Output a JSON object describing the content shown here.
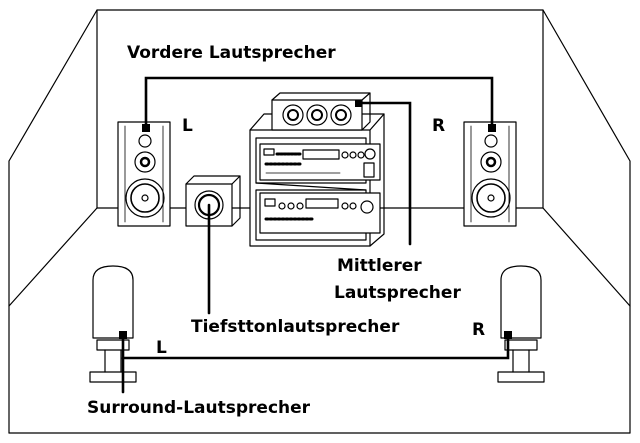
{
  "labels": {
    "front": "Vordere Lautsprecher",
    "front_left": "L",
    "front_right": "R",
    "center_line1": "Mittlerer",
    "center_line2": "Lautsprecher",
    "subwoofer": "Tiefsttonlautsprecher",
    "surround": "Surround-Lautsprecher",
    "surround_left": "L",
    "surround_right": "R"
  },
  "colors": {
    "line": "#000000",
    "background": "#ffffff"
  }
}
